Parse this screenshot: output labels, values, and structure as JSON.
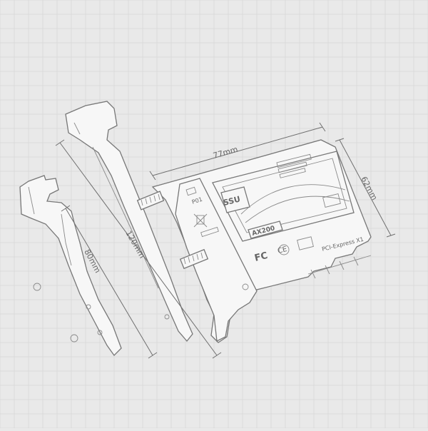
{
  "dimensions": {
    "width_label": "77mm",
    "height_label": "62mm",
    "full_bracket_label": "120mm",
    "low_profile_bracket_label": "80mm"
  },
  "card": {
    "chip_brand": "SSU",
    "chip_model": "AX200",
    "interface_label": "PCI-Express X1",
    "cert_fc": "FC",
    "cert_ce": "CE",
    "port_label": "P01"
  },
  "colors": {
    "background": "#e9e9e9",
    "line": "#777777",
    "fill": "#f7f7f7"
  }
}
